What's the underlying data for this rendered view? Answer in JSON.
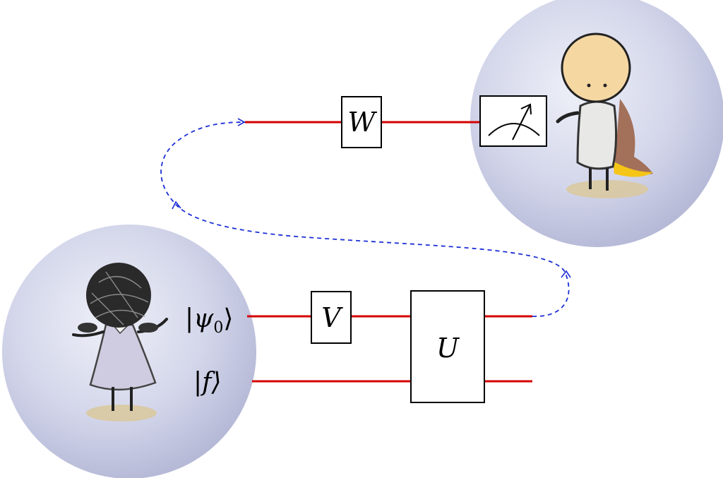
{
  "labels": {
    "gate_w": "W",
    "gate_v": "V",
    "gate_u": "U",
    "ket_psi_open": "|ψ",
    "ket_psi_sub": "0",
    "ket_psi_close": "⟩",
    "ket_f": "|f⟩"
  },
  "colors": {
    "wire": "#d40000",
    "link": "#1c2fd6",
    "sphere": "#c9cbe3",
    "gate_stroke": "#000000"
  },
  "icons": {
    "meter": "measurement-meter-icon",
    "girl": "girl-character-icon",
    "boy": "caped-character-icon"
  }
}
